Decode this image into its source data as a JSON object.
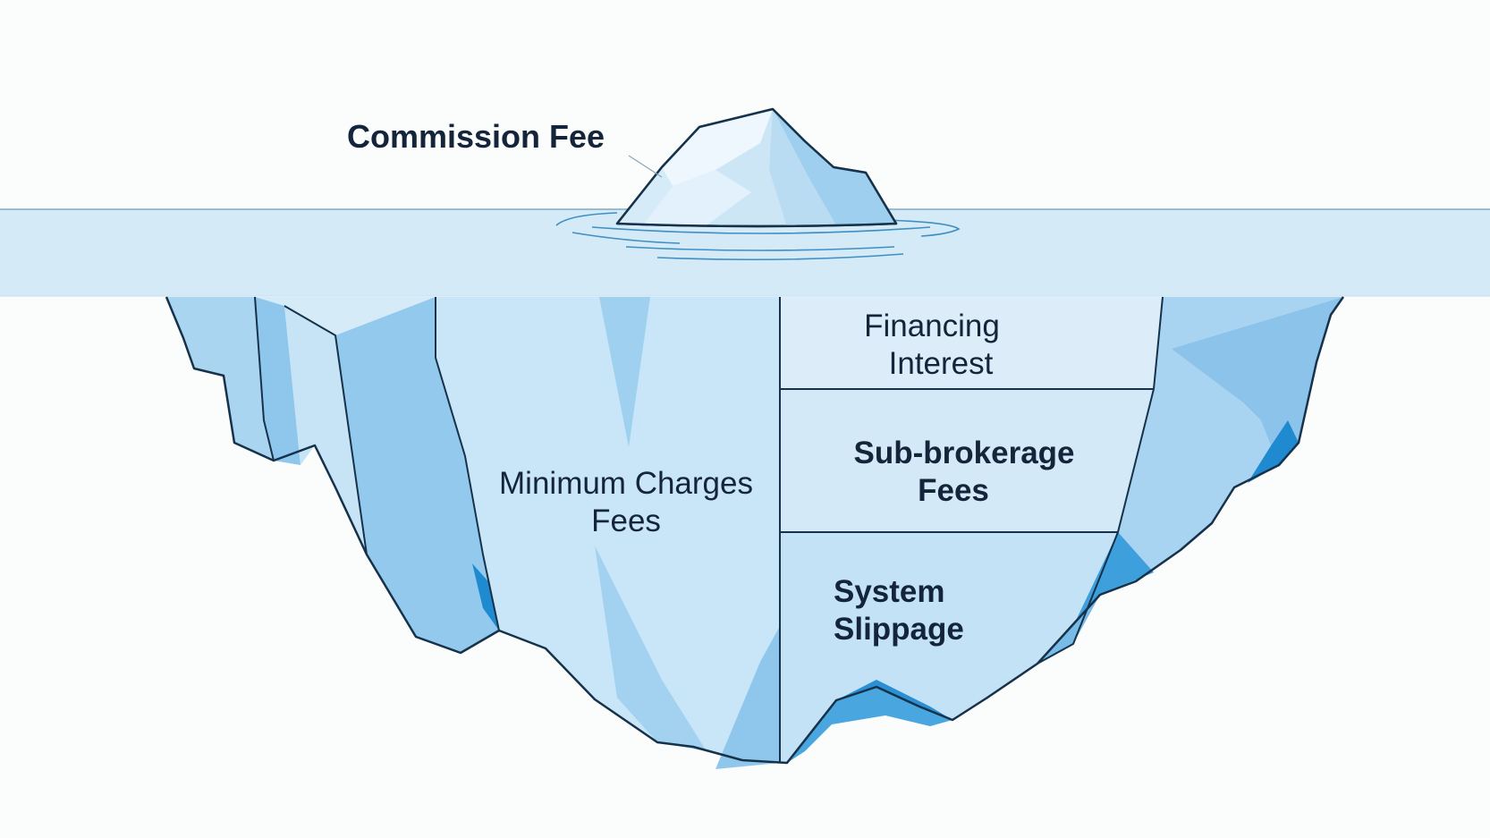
{
  "labels": {
    "tip": "Commission Fee",
    "minimum_line1": "Minimum Charges",
    "minimum_line2": "Fees",
    "financing_line1": "Financing",
    "financing_line2": "Interest",
    "subbrokerage_line1": "Sub-brokerage",
    "subbrokerage_line2": "Fees",
    "slippage_line1": "System",
    "slippage_line2": "Slippage"
  },
  "colors": {
    "background": "#fbfcfc",
    "water": "#d4eaf7",
    "ice_light": "#d9edf9",
    "ice_mid": "#a9d4f0",
    "ice_dark": "#78bbe7",
    "ice_deep": "#1f8ad0",
    "outline": "#16324a",
    "text": "#14243a"
  }
}
